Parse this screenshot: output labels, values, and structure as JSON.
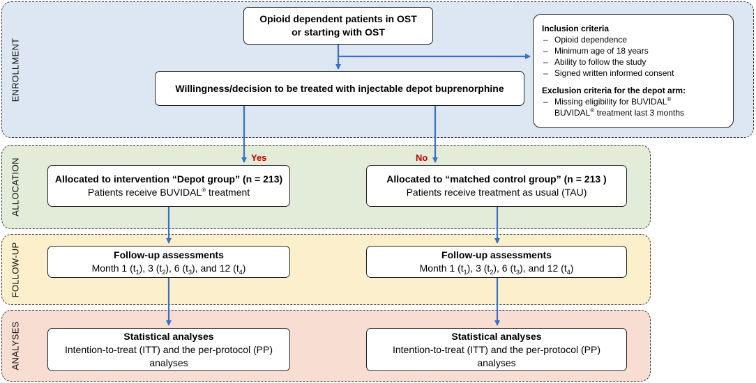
{
  "bands": {
    "enrollment": "ENROLLMENT",
    "allocation": "ALLOCATION",
    "followup": "FOLLOW-UP",
    "analyses": "ANALYSES"
  },
  "top_box": {
    "line1": "Opioid dependent patients in OST",
    "line2": "or starting with OST"
  },
  "inclusion": {
    "title": "Inclusion criteria",
    "items": [
      "Opioid dependence",
      "Minimum age of 18 years",
      "Ability to follow the study",
      "Signed written informed consent"
    ]
  },
  "exclusion": {
    "title": "Exclusion criteria for the depot arm:",
    "line1_text": "Missing eligibility for BUVIDAL",
    "line2_text": "BUVIDAL",
    "line2_rest": " treatment last 3 months",
    "reg_mark": "®"
  },
  "willingness": "Willingness/decision to be treated with injectable depot buprenorphine",
  "decisions": {
    "yes": "Yes",
    "no": "No"
  },
  "depot": {
    "title": "Allocated to intervention “Depot group” (n = 213)",
    "line2_pre": "Patients receive BUVIDAL",
    "line2_post": " treatment",
    "reg_mark": "®"
  },
  "control": {
    "title": "Allocated to “matched control group” (n = 213 )",
    "line2": "Patients receive treatment as usual (TAU)"
  },
  "followup": {
    "title": "Follow-up assessments",
    "month_prefix": "Month 1 (t",
    "s1": "1",
    "p2": "), 3 (t",
    "s2": "2",
    "p3": "), 6 (t",
    "s3": "3",
    "p4": "), and 12 (t",
    "s4": "4",
    "p5": ")"
  },
  "analyses": {
    "title": "Statistical analyses",
    "line2": "Intention-to-treat (ITT) and the per-protocol (PP)",
    "line3": "analyses"
  },
  "colors": {
    "arrow": "#3b6fc6",
    "decision": "#c00000"
  }
}
